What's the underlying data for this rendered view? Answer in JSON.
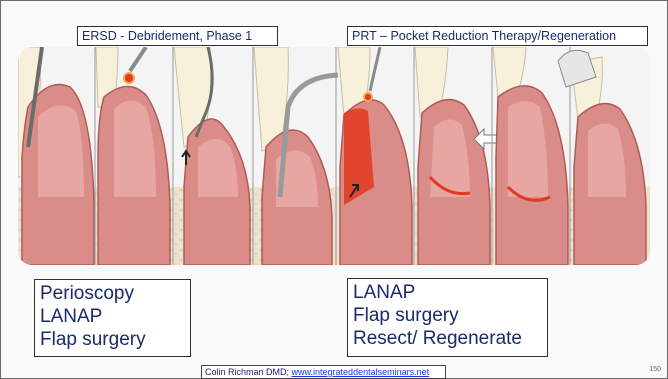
{
  "headers": {
    "left": "ERSD - Debridement, Phase 1",
    "right": "PRT – Pocket Reduction Therapy/Regeneration"
  },
  "left_box": {
    "lines": [
      "Perioscopy",
      "LANAP",
      "Flap surgery"
    ]
  },
  "right_box": {
    "lines": [
      "LANAP",
      "Flap surgery",
      "Resect/ Regenerate"
    ]
  },
  "credit": {
    "author": "Colin Richman DMD; ",
    "link": "www.integrateddentalseminars.net"
  },
  "page_number": "150",
  "colors": {
    "text_navy": "#1a2a6c",
    "gum": "#d98c88",
    "gum_dark": "#b25a55",
    "bone": "#ece3cf",
    "tooth": "#f7f1dc",
    "laser_red": "#e13a1e",
    "link_blue": "#0d3be8"
  },
  "illustration": {
    "panels": 8,
    "icons": [
      "perio-probe-icon",
      "laser-tip-icon",
      "curette-icon",
      "ultrasonic-scaler-icon",
      "laser-tip-icon",
      "arrow-icon",
      "regenerated-tissue-icon",
      "laser-handpiece-icon"
    ]
  }
}
